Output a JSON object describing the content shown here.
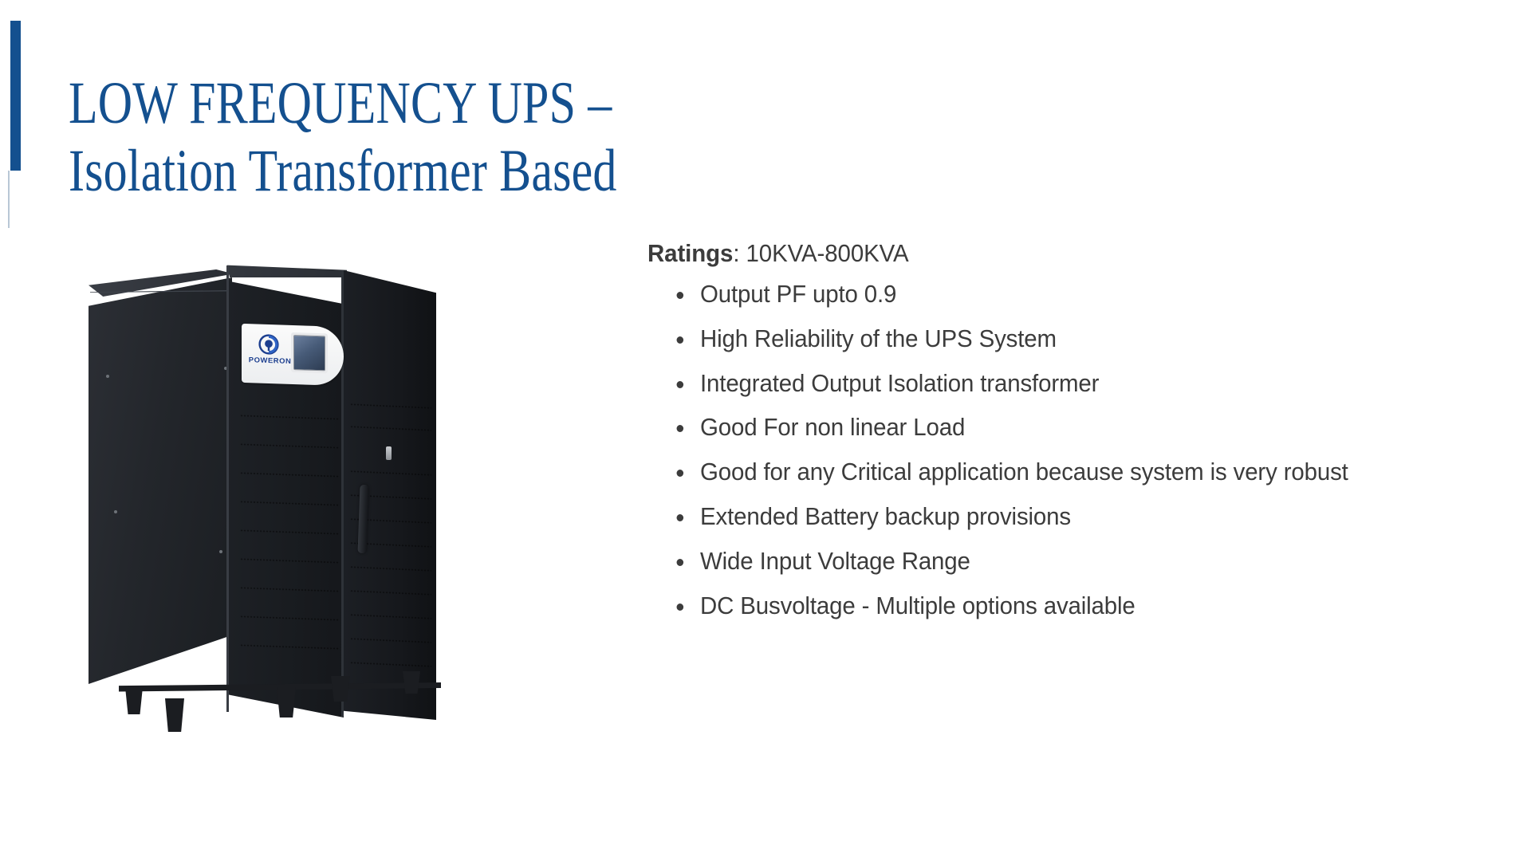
{
  "slide": {
    "background_color": "#ffffff",
    "accent_color": "#14508f",
    "body_text_color": "#3c3c3c",
    "title": "LOW FREQUENCY UPS –\nIsolation Transformer Based"
  },
  "product_image": {
    "alt": "Low frequency UPS cabinet, black enclosure, front view at angle",
    "brand_logo_text": "POWERON",
    "brand_logo_color": "#1d3f8f",
    "cabinet_color": "#1a1c20",
    "panel_color": "#f5f6f7",
    "display_color": "#475b78"
  },
  "specs": {
    "ratings_label": "Ratings",
    "ratings_separator": ": ",
    "ratings_value": "10KVA-800KVA",
    "bullets": [
      "Output PF upto 0.9",
      "High Reliability of the UPS System",
      "Integrated Output Isolation transformer",
      "Good For non linear Load",
      "Good for any Critical application because system is very robust",
      "Extended Battery backup provisions",
      "Wide Input Voltage Range",
      "DC Busvoltage - Multiple options available"
    ]
  }
}
